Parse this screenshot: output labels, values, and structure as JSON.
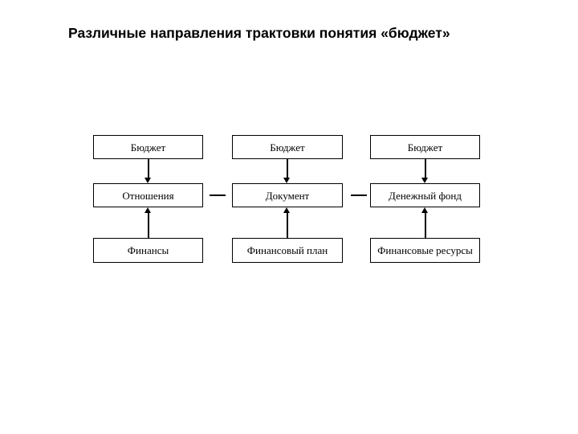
{
  "title": "Различные направления трактовки понятия «бюджет»",
  "diagram": {
    "columns": [
      {
        "top": "Бюджет",
        "middle": "Отношения",
        "bottom": "Финансы"
      },
      {
        "top": "Бюджет",
        "middle": "Документ",
        "bottom": "Финансовый план"
      },
      {
        "top": "Бюджет",
        "middle": "Денежный фонд",
        "bottom": "Финансовые ресурсы"
      }
    ],
    "connectors": {
      "between_middle_boxes": "dash",
      "top_to_middle": "arrow-down",
      "bottom_to_middle": "arrow-up"
    },
    "colors": {
      "background": "#ffffff",
      "line": "#000000",
      "text": "#000000"
    }
  }
}
